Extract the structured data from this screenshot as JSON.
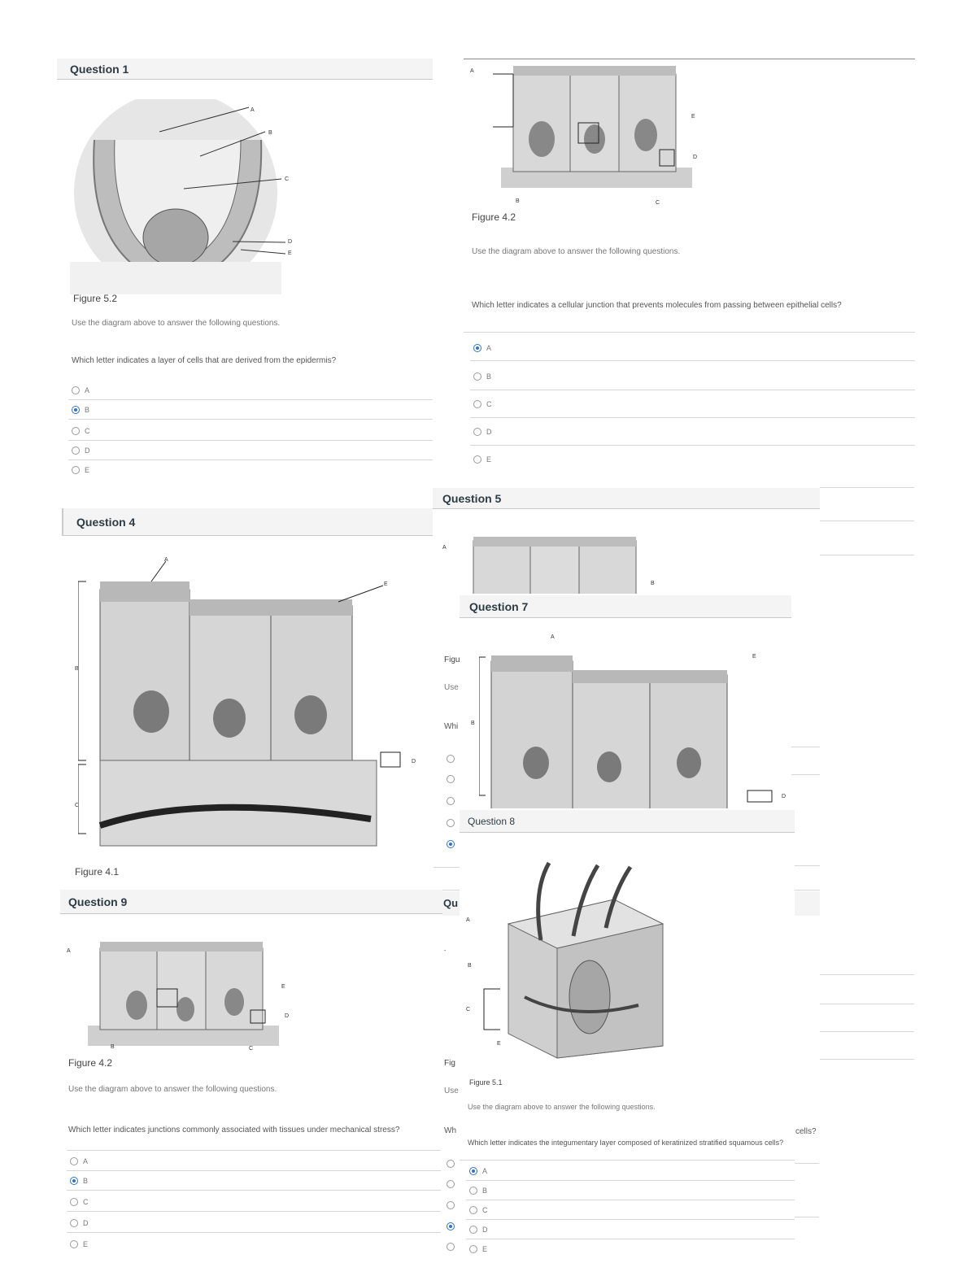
{
  "q1": {
    "title": "Question 1",
    "figure": "Figure 5.2",
    "instruction": "Use the diagram above to answer the following questions.",
    "question": "Which letter indicates a layer of cells that are derived from the epidermis?",
    "labels": [
      "A",
      "B",
      "C",
      "D",
      "E"
    ],
    "options": [
      "A",
      "B",
      "C",
      "D",
      "E"
    ],
    "selected": "B"
  },
  "qtop": {
    "figure": "Figure 4.2",
    "instruction": "Use the diagram above to answer the following questions.",
    "question": "Which letter indicates a cellular junction that prevents molecules from passing between epithelial cells?",
    "labels": [
      "A",
      "B",
      "C",
      "D",
      "E"
    ],
    "options": [
      "A",
      "B",
      "C",
      "D",
      "E"
    ],
    "selected": "A"
  },
  "q4": {
    "title": "Question 4",
    "figure": "Figure 4.1",
    "labels": [
      "A",
      "B",
      "C",
      "D",
      "E"
    ]
  },
  "q5": {
    "title": "Question 5",
    "figure_fragment": "Figu",
    "instruction_fragment": "Use",
    "question_fragment": "Whi",
    "labels": [
      "A",
      "B"
    ]
  },
  "q7": {
    "title": "Question 7",
    "labels": [
      "A",
      "B",
      "D",
      "E"
    ]
  },
  "q8": {
    "title": "Question 8",
    "figure": "Figure 5.1",
    "instruction": "Use the diagram above to answer the following questions.",
    "question": "Which letter indicates the integumentary layer composed of keratinized stratified squamous cells?",
    "labels": [
      "A",
      "B",
      "C",
      "E"
    ],
    "options": [
      "A",
      "B",
      "C",
      "D",
      "E"
    ],
    "selected": "A"
  },
  "q9": {
    "title": "Question 9",
    "figure": "Figure 4.2",
    "instruction": "Use the diagram above to answer the following questions.",
    "question": "Which letter indicates junctions commonly associated with tissues under mechanical stress?",
    "labels": [
      "A",
      "B",
      "C",
      "D",
      "E"
    ],
    "options": [
      "A",
      "B",
      "C",
      "D",
      "E"
    ],
    "selected": "B"
  },
  "q_hidden": {
    "title_fragment": "Qu",
    "figure_fragment": "Fig",
    "instruction_fragment": "Use",
    "question_fragment": "Wh",
    "question_tail": "cells?"
  },
  "colors": {
    "accent": "#2f73c8",
    "header_bg": "#f4f4f4",
    "divider": "#d6d6d6"
  }
}
